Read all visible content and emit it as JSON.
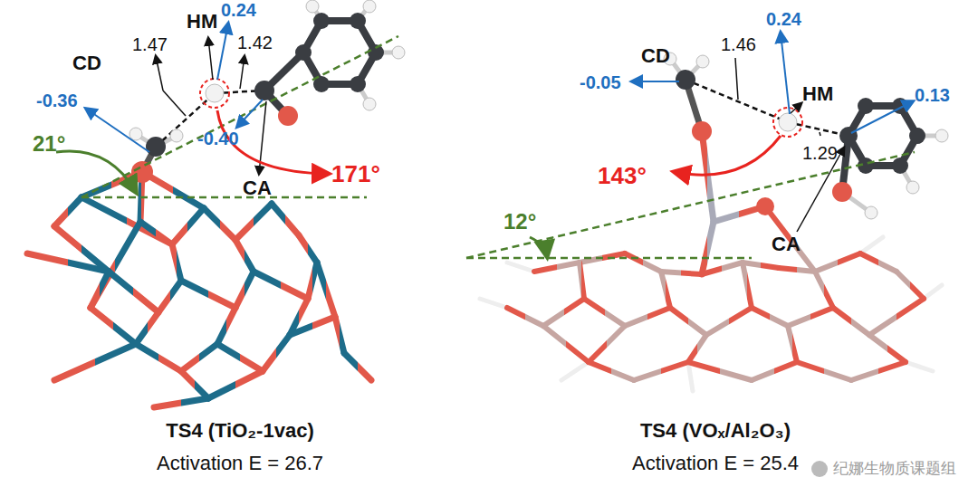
{
  "diagram": {
    "labels": [
      "HM",
      "0.24",
      "1.47",
      "1.42",
      "CD",
      "-0.36",
      "21°",
      "-0.40",
      "CA",
      "171°",
      "TS4 (TiO₂-1vac)",
      "Activation E = 26.7",
      "CD",
      "1.46",
      "0.24",
      "HM",
      "-0.05",
      "0.13",
      "1.29",
      "143°",
      "12°",
      "CA",
      "TS4 (VOₓ/Al₂O₃)",
      "Activation E = 25.4",
      "纪娜生物质课题组"
    ]
  }
}
